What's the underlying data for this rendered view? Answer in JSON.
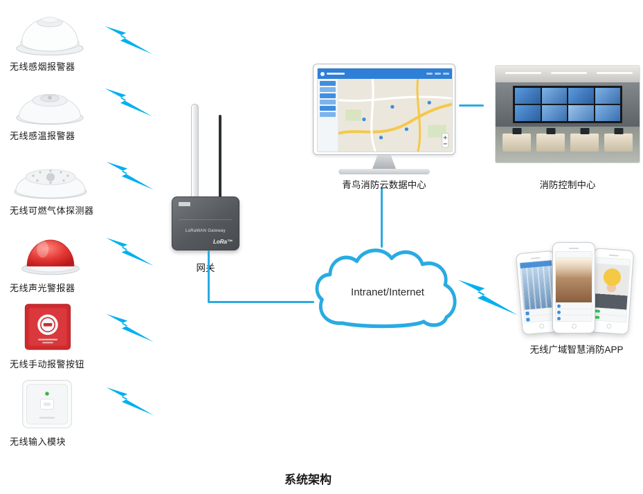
{
  "diagram": {
    "title": "系统架构",
    "devices": [
      {
        "name": "wireless-smoke-alarm",
        "label": "无线感烟报警器"
      },
      {
        "name": "wireless-heat-alarm",
        "label": "无线感温报警器"
      },
      {
        "name": "wireless-gas-detector",
        "label": "无线可燃气体探测器"
      },
      {
        "name": "wireless-sound-light-alarm",
        "label": "无线声光警报器"
      },
      {
        "name": "wireless-manual-call-point",
        "label": "无线手动报警按钮"
      },
      {
        "name": "wireless-input-module",
        "label": "无线输入模块"
      }
    ],
    "gateway": {
      "label": "网关",
      "device_text": "LoRaWAN Gateway",
      "badge": "LoRa™"
    },
    "cloud": {
      "label": "Intranet/Internet"
    },
    "data_center": {
      "label": "青鸟消防云数据中心"
    },
    "control_room": {
      "label": "消防控制中心"
    },
    "app": {
      "label": "无线广域智慧消防APP"
    },
    "colors": {
      "bolt": "#00b0f0",
      "line": "#29abe2",
      "cloud_stroke": "#29abe2",
      "accent_blue": "#2e7fd8"
    }
  }
}
